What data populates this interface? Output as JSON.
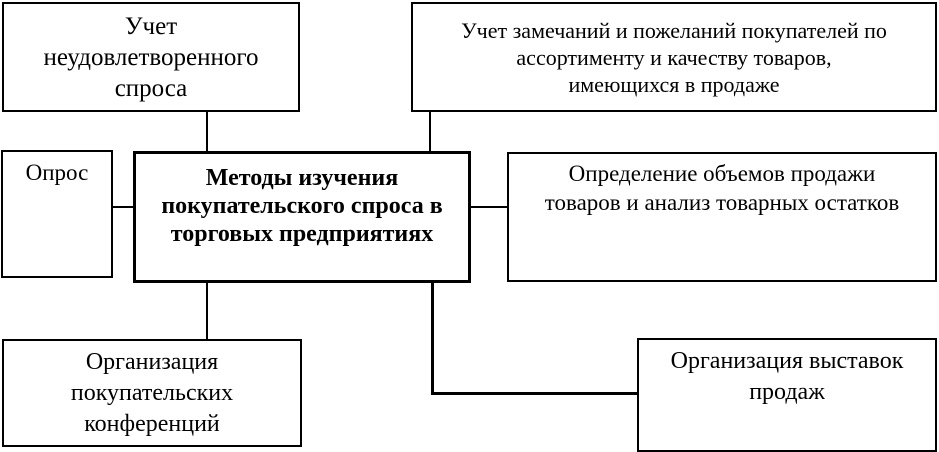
{
  "diagram_title": "Методы изучения покупательского спроса в торговых предприятиях",
  "colors": {
    "line": "#000000",
    "background": "#ffffff",
    "box_fill": "#ffffff",
    "text": "#000000"
  },
  "nodes": {
    "unmet_demand": {
      "label": "Учет\nнеудовлетворенного\nспроса"
    },
    "customer_feedback": {
      "label": "Учет замечаний и пожеланий покупателей по\nассортименту и качеству товаров,\nимеющихся в продаже"
    },
    "survey": {
      "label": "Опрос"
    },
    "center": {
      "label": "Методы изучения\nпокупательского спроса в\nторговых предприятиях"
    },
    "sales_analysis": {
      "label": "Определение объемов продажи\nтоваров и анализ товарных остатков"
    },
    "conferences": {
      "label": "Организация\nпокупательских\nконференций"
    },
    "exhibitions": {
      "label": "Организация выставок\nпродаж"
    }
  },
  "connectors": [
    {
      "from": "unmet_demand",
      "to": "center",
      "shape": "vertical"
    },
    {
      "from": "customer_feedback",
      "to": "center",
      "shape": "vertical"
    },
    {
      "from": "survey",
      "to": "center",
      "shape": "horizontal"
    },
    {
      "from": "center",
      "to": "sales_analysis",
      "shape": "horizontal"
    },
    {
      "from": "center",
      "to": "conferences",
      "shape": "vertical"
    },
    {
      "from": "center",
      "to": "exhibitions",
      "shape": "elbow"
    }
  ]
}
